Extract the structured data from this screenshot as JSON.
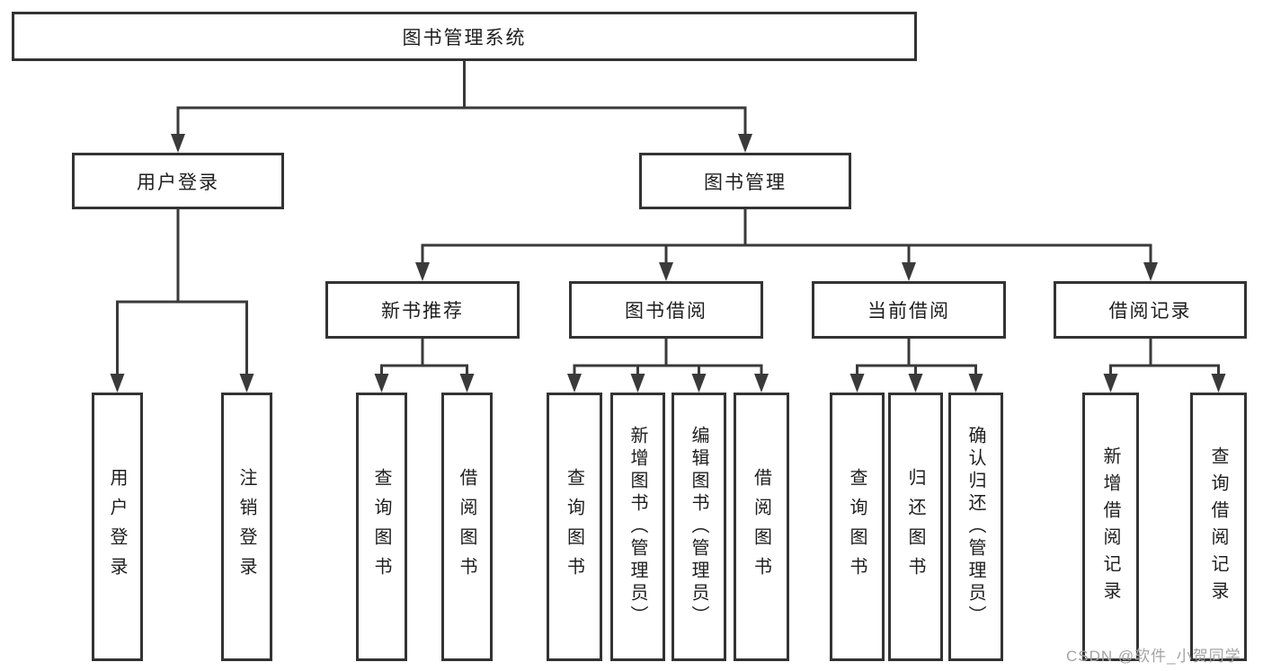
{
  "diagram": {
    "title": "图书管理系统",
    "tree": {
      "label": "图书管理系统",
      "children": [
        {
          "label": "用户登录",
          "children": [
            {
              "label": "用户登录"
            },
            {
              "label": "注销登录"
            }
          ]
        },
        {
          "label": "图书管理",
          "children": [
            {
              "label": "新书推荐",
              "children": [
                {
                  "label": "查询图书"
                },
                {
                  "label": "借阅图书"
                }
              ]
            },
            {
              "label": "图书借阅",
              "children": [
                {
                  "label": "查询图书"
                },
                {
                  "label": "新增图书（管理员）"
                },
                {
                  "label": "编辑图书（管理员）"
                },
                {
                  "label": "借阅图书"
                }
              ]
            },
            {
              "label": "当前借阅",
              "children": [
                {
                  "label": "查询图书"
                },
                {
                  "label": "归还图书"
                },
                {
                  "label": "确认归还（管理员）"
                }
              ]
            },
            {
              "label": "借阅记录",
              "children": [
                {
                  "label": "新增借阅记录"
                },
                {
                  "label": "查询借阅记录"
                }
              ]
            }
          ]
        }
      ]
    },
    "watermark": "CSDN @软件_小贺同学",
    "colors": {
      "line": "#3a3a3a",
      "box_border": "#333333",
      "background": "#ffffff",
      "watermark_gray": "#a3a3a3"
    }
  }
}
